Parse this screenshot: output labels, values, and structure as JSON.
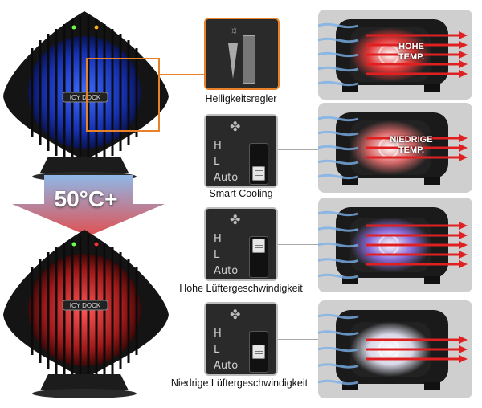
{
  "temperature_banner": {
    "text": "50°C+"
  },
  "captions": {
    "brightness": "Helligkeitsregler",
    "smart_cooling": "Smart Cooling",
    "high_speed": "Hohe Lüftergeschwindigkeit",
    "low_speed": "Niedrige Lüftergeschwindigkeit"
  },
  "switch_labels": {
    "high": "H",
    "low": "L",
    "auto": "Auto"
  },
  "panels": [
    {
      "temp_label": "HOHE TEMP.",
      "glow": "#e23a3a",
      "arrows": 5
    },
    {
      "temp_label": "NIEDRIGE TEMP.",
      "glow": "#d86a6a",
      "arrows": 3
    },
    {
      "temp_label": "",
      "glow": "#8a6ad6",
      "arrows": 5
    },
    {
      "temp_label": "",
      "glow": "#d8d8e8",
      "arrows": 3
    }
  ],
  "colors": {
    "accent_orange": "#e8822a",
    "fan_blue": "#1a3fd6",
    "fan_red": "#c0262a",
    "arrow_red": "#e02020"
  }
}
